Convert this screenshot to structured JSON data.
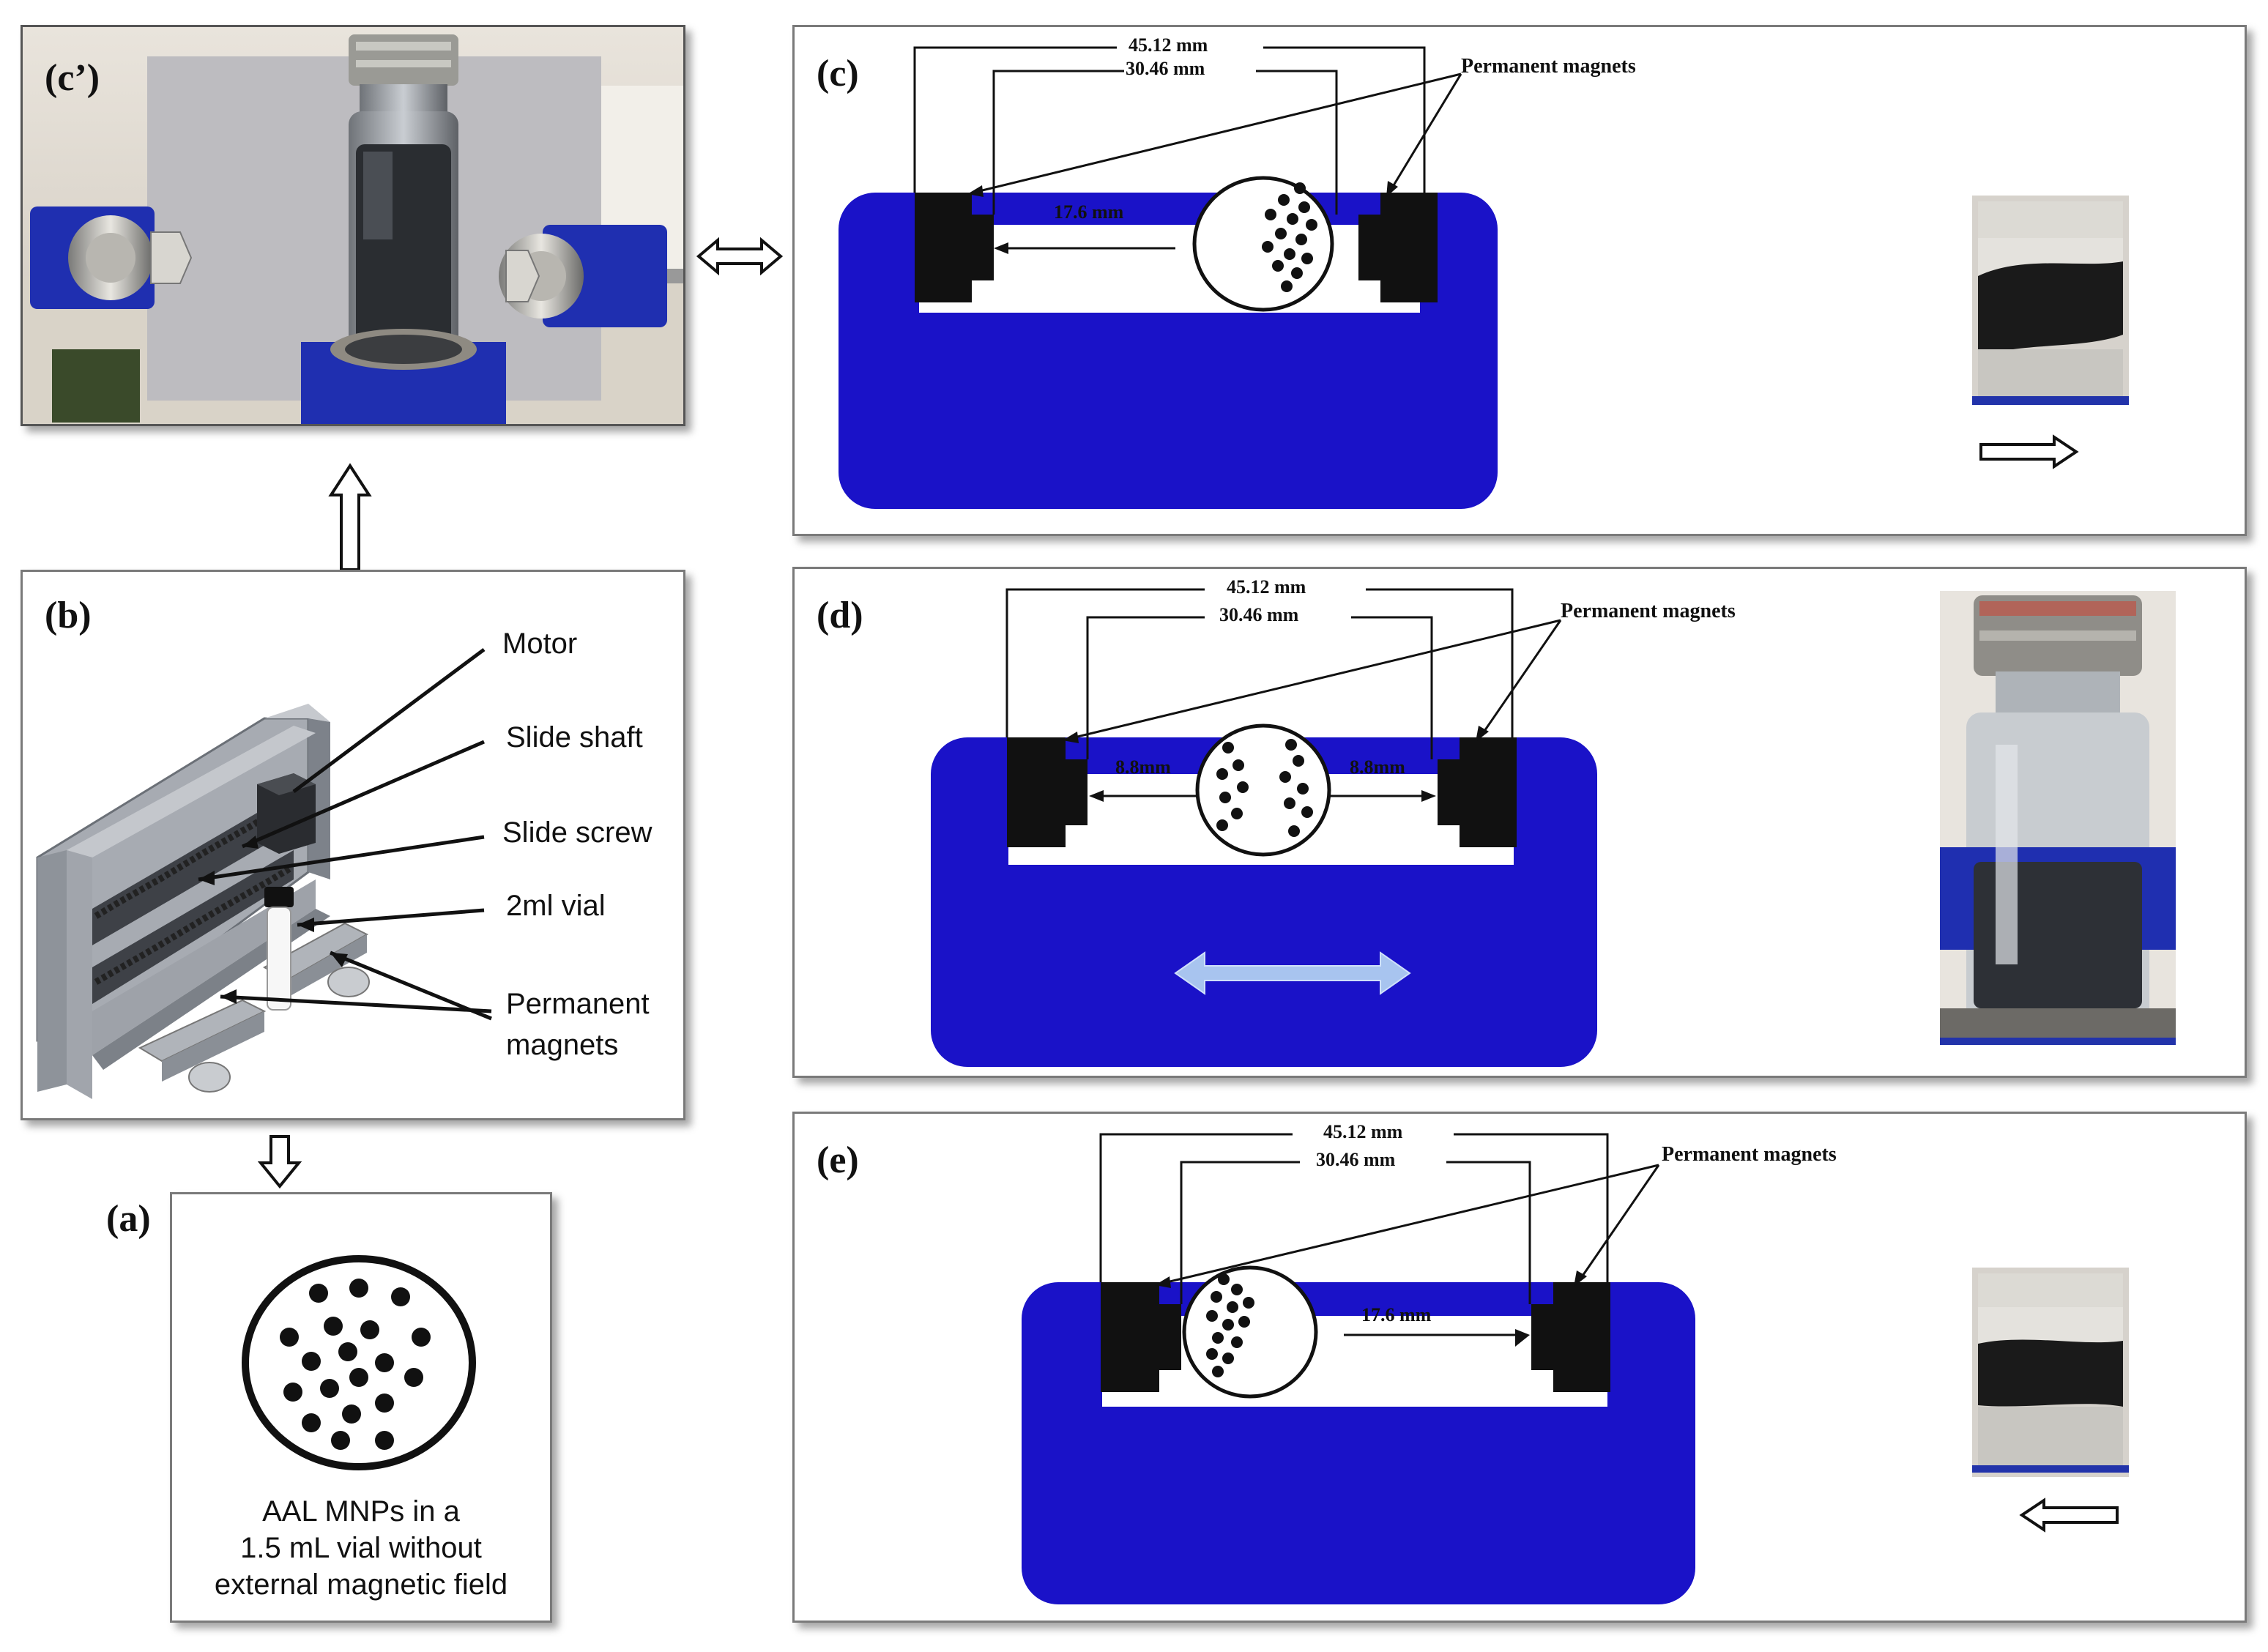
{
  "panels": {
    "a": {
      "label": "(a)",
      "caption": [
        "AAL MNPs in a",
        "1.5 mL vial without",
        "external magnetic field"
      ]
    },
    "b": {
      "label": "(b)",
      "callouts": [
        "Motor",
        "Slide shaft",
        "Slide screw",
        "2ml vial",
        "Permanent",
        "magnets"
      ]
    },
    "c_prime": {
      "label": "(c’)"
    },
    "c": {
      "label": "(c)",
      "dim_outer": "45.12 mm",
      "dim_inner": "30.46 mm",
      "magnets_label": "Permanent magnets",
      "gap_label": "17.6 mm"
    },
    "d": {
      "label": "(d)",
      "dim_outer": "45.12 mm",
      "dim_inner": "30.46 mm",
      "magnets_label": "Permanent magnets",
      "gap_left": "8.8mm",
      "gap_right": "8.8mm"
    },
    "e": {
      "label": "(e)",
      "dim_outer": "45.12 mm",
      "dim_inner": "30.46 mm",
      "magnets_label": "Permanent magnets",
      "gap_label": "17.6 mm"
    }
  },
  "colors": {
    "holder_blue": "#1a12c8",
    "magnet_black": "#111111",
    "arrow_light_blue": "#a8c4ef"
  },
  "icons": [
    "double-arrow-icon",
    "up-hollow-arrow-icon",
    "down-hollow-arrow-icon",
    "right-hollow-arrow-icon",
    "left-hollow-arrow-icon",
    "bidirectional-arrow-icon"
  ]
}
